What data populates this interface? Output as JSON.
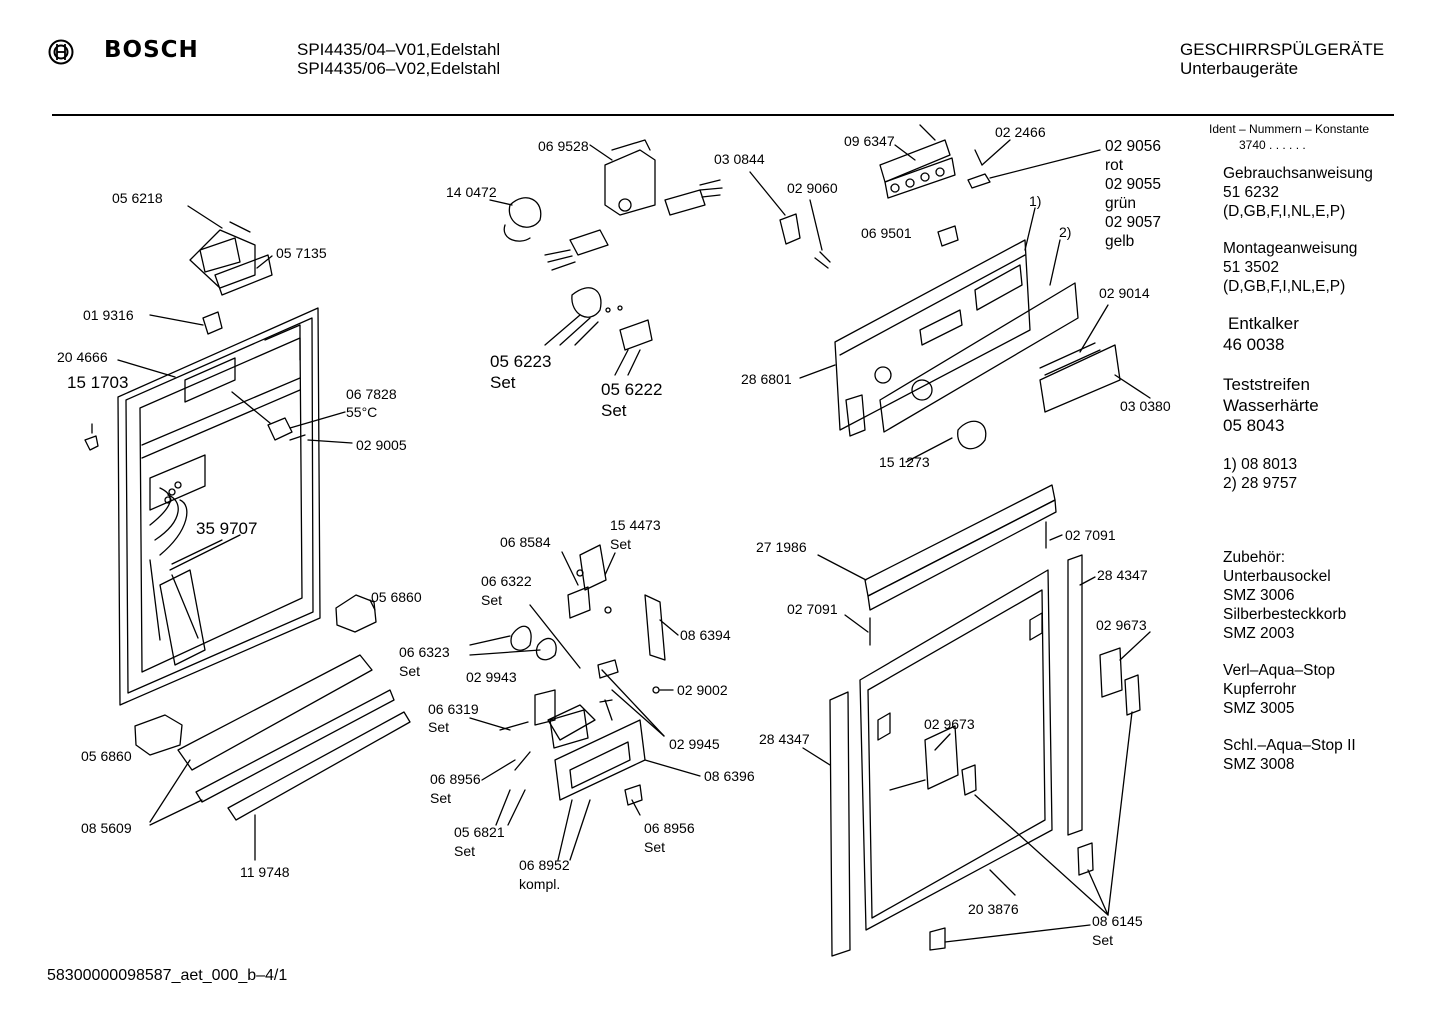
{
  "header": {
    "brand": "BOSCH",
    "models": [
      "SPI4435/04–V01,Edelstahl",
      "SPI4435/06–V02,Edelstahl"
    ],
    "category": "GESCHIRRSPÜLGERÄTE",
    "subcategory": "Unterbaugeräte"
  },
  "sidebar": {
    "ident_title": "Ident – Nummern – Konstante",
    "ident_value": "3740 . . . . . .",
    "blocks": [
      [
        "Gebrauchsanweisung",
        "51 6232",
        "(D,GB,F,I,NL,E,P)"
      ],
      [
        "Montageanweisung",
        "51 3502",
        "(D,GB,F,I,NL,E,P)"
      ],
      [
        "Entkalker",
        "46 0038"
      ],
      [
        "Teststreifen",
        "Wasserhärte",
        "05 8043"
      ],
      [
        "1)  08 8013",
        "2)  28 9757"
      ],
      [
        "Zubehör:",
        "Unterbausockel",
        "SMZ 3006",
        "Silberbesteckkorb",
        "SMZ 2003"
      ],
      [
        "Verl–Aqua–Stop",
        "Kupferrohr",
        "SMZ 3005"
      ],
      [
        "Schl.–Aqua–Stop II",
        "SMZ 3008"
      ]
    ]
  },
  "parts": [
    "05 6218",
    "05 7135",
    "01 9316",
    "20 4666",
    "15 1703",
    "06 7828",
    "55°C",
    "02 9005",
    "35 9707",
    "05 6860",
    "05 6860",
    "08 5609",
    "11 9748",
    "06 9528",
    "14 0472",
    "03 0844",
    "02 9060",
    "05 6223",
    "Set",
    "05 6222",
    "Set",
    "09 6347",
    "02 2466",
    "02 9056",
    "rot",
    "02 9055",
    "grün",
    "02 9057",
    "gelb",
    "06 9501",
    "1)",
    "2)",
    "02 9014",
    "28 6801",
    "03 0380",
    "15 1273",
    "06 8584",
    "15 4473",
    "Set",
    "06 6322",
    "Set",
    "06 6323",
    "Set",
    "08 6394",
    "02 9943",
    "02 9002",
    "06 6319",
    "Set",
    "02 9945",
    "06 8956",
    "Set",
    "08 6396",
    "05 6821",
    "Set",
    "06 8956",
    "Set",
    "06 8952",
    "kompl.",
    "27 1986",
    "02 7091",
    "02 7091",
    "28 4347",
    "02 9673",
    "28 4347",
    "02 9673",
    "20 3876",
    "08 6145",
    "Set"
  ],
  "footer": "58300000098587_aet_000_b–4/1"
}
